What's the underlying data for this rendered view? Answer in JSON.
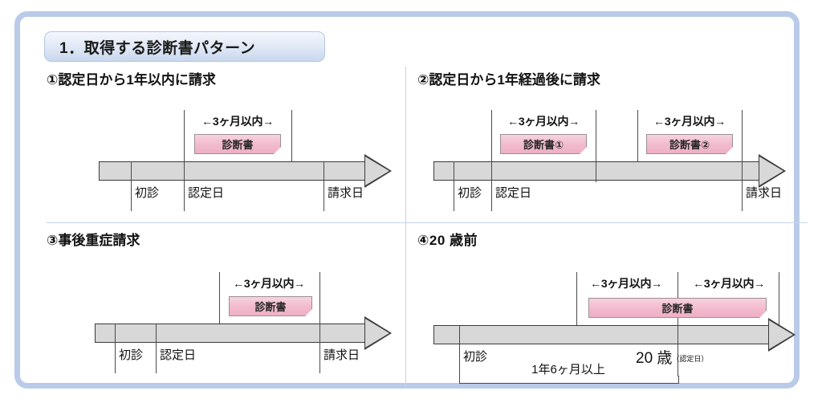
{
  "document": {
    "header_title": "1．取得する診断書パターン",
    "accent_border": "#b9cbe8",
    "cert_fill": "#f2bacd",
    "timeline_fill": "#d8d8d8"
  },
  "panels": [
    {
      "id": "panel-1",
      "title": "①認定日から1年以内に請求",
      "ticks": [
        {
          "label": "初診"
        },
        {
          "label": "認定日"
        },
        {
          "label": "請求日"
        }
      ],
      "spans": [
        {
          "label": "←3ヶ月以内→"
        }
      ],
      "certificates": [
        {
          "label": "診断書"
        }
      ]
    },
    {
      "id": "panel-2",
      "title": "②認定日から1年経過後に請求",
      "ticks": [
        {
          "label": "初診"
        },
        {
          "label": "認定日"
        },
        {
          "label": "請求日"
        }
      ],
      "spans": [
        {
          "label": "←3ヶ月以内→"
        },
        {
          "label": "←3ヶ月以内→"
        }
      ],
      "certificates": [
        {
          "label": "診断書①"
        },
        {
          "label": "診断書②"
        }
      ]
    },
    {
      "id": "panel-3",
      "title": "③事後重症請求",
      "ticks": [
        {
          "label": "初診"
        },
        {
          "label": "認定日"
        },
        {
          "label": "請求日"
        }
      ],
      "spans": [
        {
          "label": "←3ヶ月以内→"
        }
      ],
      "certificates": [
        {
          "label": "診断書"
        }
      ]
    },
    {
      "id": "panel-4",
      "title": "④20 歳前",
      "ticks": [
        {
          "label": "初診"
        },
        {
          "label": "20 歳",
          "note": "（認定日）"
        }
      ],
      "spans": [
        {
          "label": "←3ヶ月以内→"
        },
        {
          "label": "←3ヶ月以内→"
        }
      ],
      "certificates": [
        {
          "label": "診断書"
        }
      ],
      "bracket": {
        "label": "1年6ヶ月以上"
      }
    }
  ]
}
